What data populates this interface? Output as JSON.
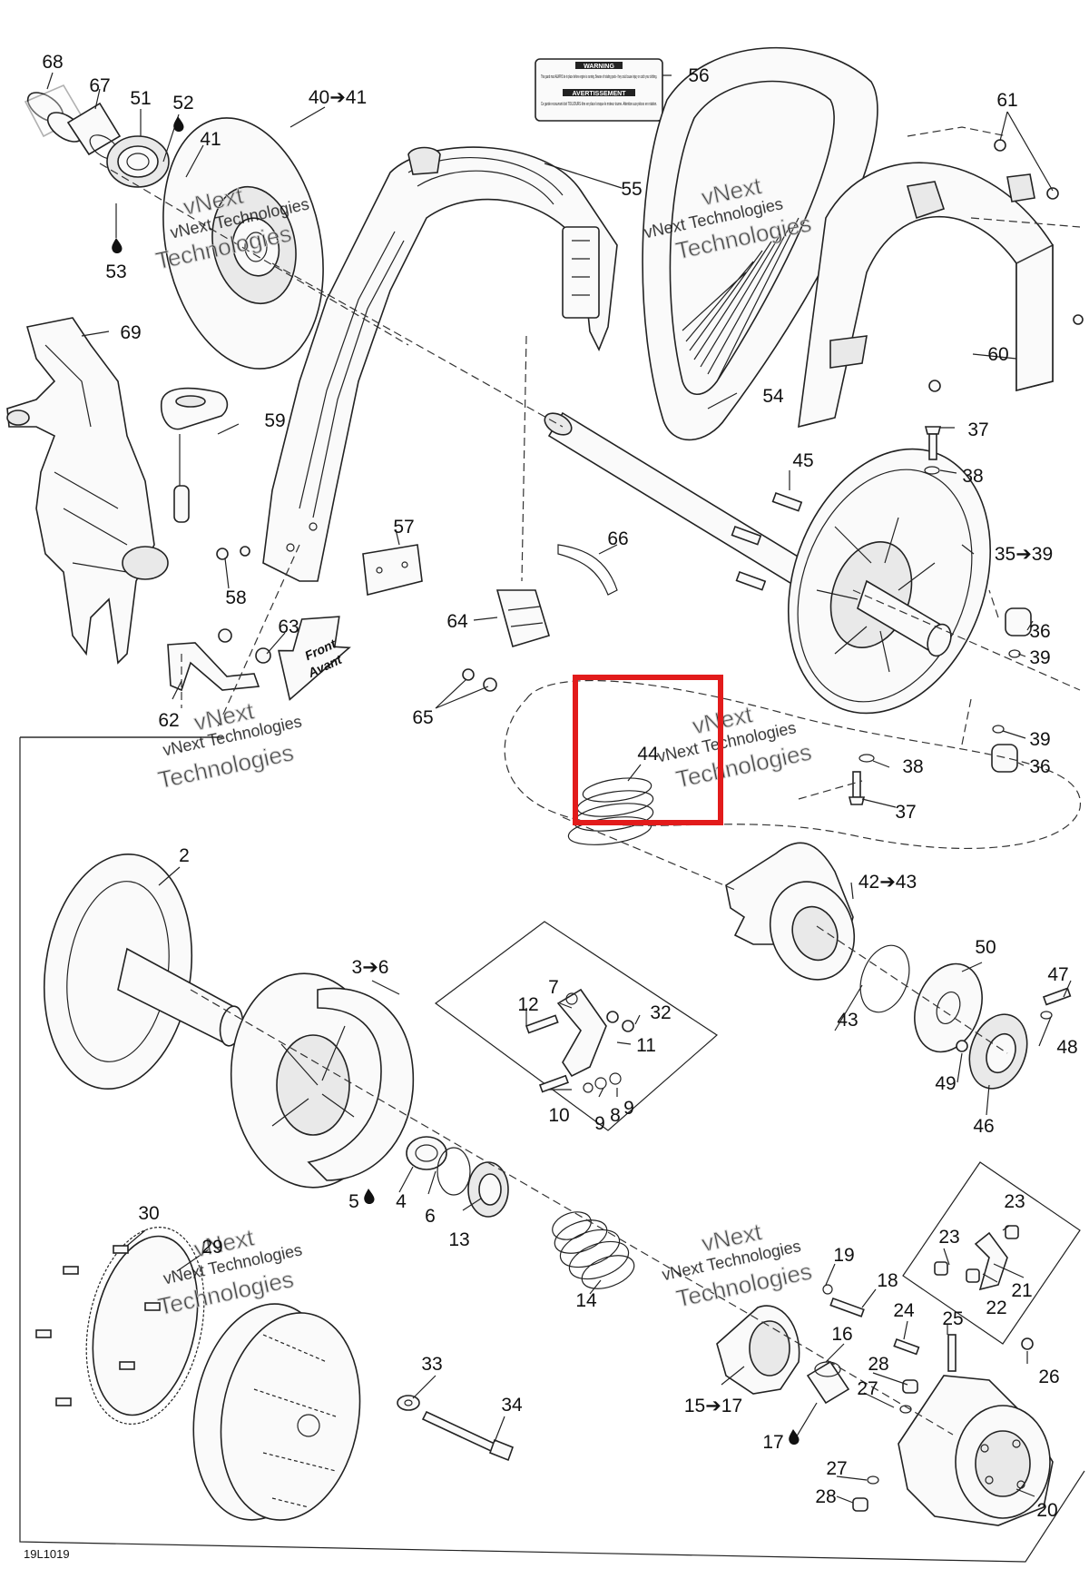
{
  "diagram_code": "19L1019",
  "watermark": {
    "line1": "vNext Technologies",
    "line2": "vNext",
    "line3": "Technologies"
  },
  "warning_label": {
    "title_en": "WARNING",
    "title_fr": "AVERTISSEMENT",
    "text_en": "This guard must ALWAYS be in place before engine is running. Beware of rotating parts - they could cause injury or catch your clothing.",
    "text_fr": "Ce garde recouvrant doit TOUJOURS être en place lorsque le moteur tourne. Attention aux pièces en rotation."
  },
  "front_arrow": {
    "line1": "Front",
    "line2": "Avant"
  },
  "callouts": [
    {
      "id": "c68",
      "text": "68"
    },
    {
      "id": "c67",
      "text": "67"
    },
    {
      "id": "c51",
      "text": "51"
    },
    {
      "id": "c52",
      "text": "52",
      "drop": true
    },
    {
      "id": "c41a",
      "text": "41"
    },
    {
      "id": "c53",
      "text": "53",
      "drop": true
    },
    {
      "id": "c40",
      "text": "40➔41"
    },
    {
      "id": "c56",
      "text": "56"
    },
    {
      "id": "c55",
      "text": "55"
    },
    {
      "id": "c61",
      "text": "61"
    },
    {
      "id": "c69",
      "text": "69"
    },
    {
      "id": "c59",
      "text": "59"
    },
    {
      "id": "c54",
      "text": "54"
    },
    {
      "id": "c60",
      "text": "60"
    },
    {
      "id": "c37a",
      "text": "37"
    },
    {
      "id": "c38a",
      "text": "38"
    },
    {
      "id": "c45",
      "text": "45"
    },
    {
      "id": "c57",
      "text": "57"
    },
    {
      "id": "c58",
      "text": "58"
    },
    {
      "id": "c66",
      "text": "66"
    },
    {
      "id": "c35",
      "text": "35➔39"
    },
    {
      "id": "c63",
      "text": "63"
    },
    {
      "id": "c64",
      "text": "64"
    },
    {
      "id": "c36a",
      "text": "36"
    },
    {
      "id": "c39a",
      "text": "39"
    },
    {
      "id": "c62",
      "text": "62"
    },
    {
      "id": "c65",
      "text": "65"
    },
    {
      "id": "c44",
      "text": "44"
    },
    {
      "id": "c39b",
      "text": "39"
    },
    {
      "id": "c38b",
      "text": "38"
    },
    {
      "id": "c36b",
      "text": "36"
    },
    {
      "id": "c37b",
      "text": "37"
    },
    {
      "id": "c2",
      "text": "2"
    },
    {
      "id": "c42",
      "text": "42➔43"
    },
    {
      "id": "c3",
      "text": "3➔6"
    },
    {
      "id": "c50",
      "text": "50"
    },
    {
      "id": "c47",
      "text": "47"
    },
    {
      "id": "c7",
      "text": "7"
    },
    {
      "id": "c12",
      "text": "12"
    },
    {
      "id": "c32",
      "text": "32"
    },
    {
      "id": "c43",
      "text": "43"
    },
    {
      "id": "c48",
      "text": "48"
    },
    {
      "id": "c11",
      "text": "11"
    },
    {
      "id": "c49",
      "text": "49"
    },
    {
      "id": "c10",
      "text": "10"
    },
    {
      "id": "c9a",
      "text": "9"
    },
    {
      "id": "c8",
      "text": "8"
    },
    {
      "id": "c9b",
      "text": "9"
    },
    {
      "id": "c46",
      "text": "46"
    },
    {
      "id": "c5",
      "text": "5",
      "drop": true
    },
    {
      "id": "c4",
      "text": "4"
    },
    {
      "id": "c6",
      "text": "6"
    },
    {
      "id": "c13",
      "text": "13"
    },
    {
      "id": "c30",
      "text": "30"
    },
    {
      "id": "c29",
      "text": "29"
    },
    {
      "id": "c23a",
      "text": "23"
    },
    {
      "id": "c23b",
      "text": "23"
    },
    {
      "id": "c19",
      "text": "19"
    },
    {
      "id": "c21",
      "text": "21"
    },
    {
      "id": "c14",
      "text": "14"
    },
    {
      "id": "c18",
      "text": "18"
    },
    {
      "id": "c22",
      "text": "22"
    },
    {
      "id": "c24",
      "text": "24"
    },
    {
      "id": "c25",
      "text": "25"
    },
    {
      "id": "c16",
      "text": "16"
    },
    {
      "id": "c33",
      "text": "33"
    },
    {
      "id": "c28a",
      "text": "28"
    },
    {
      "id": "c26",
      "text": "26"
    },
    {
      "id": "c34",
      "text": "34"
    },
    {
      "id": "c27a",
      "text": "27"
    },
    {
      "id": "c15",
      "text": "15➔17"
    },
    {
      "id": "c17",
      "text": "17",
      "drop": true
    },
    {
      "id": "c27b",
      "text": "27"
    },
    {
      "id": "c28b",
      "text": "28"
    },
    {
      "id": "c20",
      "text": "20"
    }
  ],
  "highlight": {
    "target": "44",
    "color": "#e21b1b"
  },
  "colors": {
    "line": "#222222",
    "highlight": "#e21b1b",
    "watermark": "#c9c9c9",
    "background": "#ffffff"
  }
}
